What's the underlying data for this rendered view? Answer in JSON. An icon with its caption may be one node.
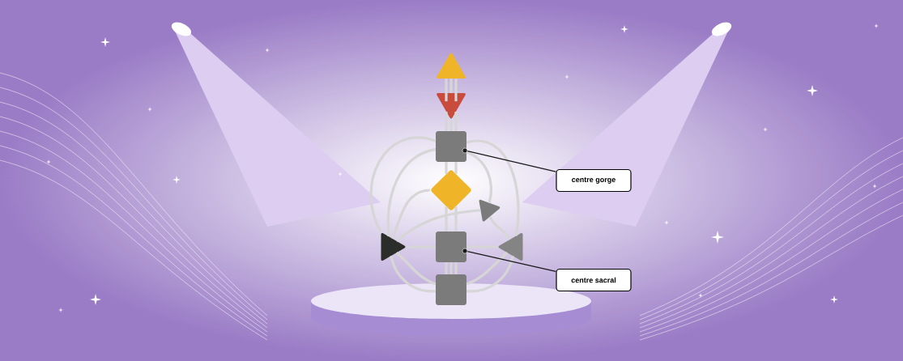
{
  "diagram": {
    "nodes": [
      {
        "text": [],
        "shape": "triangle"
      },
      {
        "text": [],
        "shape": "triangle"
      },
      {
        "text": [],
        "shape": "box"
      },
      {
        "text": [],
        "shape": "diamond"
      },
      {
        "text": [],
        "shape": "triangle"
      },
      {
        "text": [],
        "shape": "triangle"
      },
      {
        "text": [],
        "shape": "box"
      },
      {
        "text": [],
        "shape": "triangle"
      },
      {
        "text": [],
        "shape": "box"
      },
      {
        "text": [
          "centre gorge"
        ]
      },
      {
        "text": [
          "centre sacral"
        ]
      },
      {
        "text": [],
        "shape": "circle",
        "in": 2
      },
      {
        "text": [],
        "shape": "circle",
        "in": 6
      }
    ],
    "edges": [
      {
        "from": 0,
        "to": 1,
        "arrow": "none"
      },
      {
        "from": 0,
        "to": 1,
        "arrow": "none"
      },
      {
        "from": 0,
        "to": 1,
        "arrow": "none"
      },
      {
        "from": 1,
        "to": 2,
        "arrow": "none"
      },
      {
        "from": 1,
        "to": 2,
        "arrow": "none"
      },
      {
        "from": 1,
        "to": 2,
        "arrow": "none"
      },
      {
        "from": 2,
        "to": 3,
        "arrow": "none"
      },
      {
        "from": 2,
        "to": 3,
        "arrow": "none"
      },
      {
        "from": 3,
        "to": 6,
        "arrow": "none"
      },
      {
        "from": 3,
        "to": 6,
        "arrow": "none"
      },
      {
        "from": 6,
        "to": 8,
        "arrow": "none"
      },
      {
        "from": 6,
        "to": 8,
        "arrow": "none"
      },
      {
        "from": 6,
        "to": 8,
        "arrow": "none"
      },
      {
        "from": 2,
        "to": 5,
        "arrow": "none"
      },
      {
        "from": 2,
        "to": 5,
        "arrow": "none"
      },
      {
        "from": 2,
        "to": 7,
        "arrow": "none"
      },
      {
        "from": 2,
        "to": 4,
        "arrow": "none"
      },
      {
        "from": 3,
        "to": 5,
        "arrow": "none"
      },
      {
        "from": 5,
        "to": 4,
        "arrow": "none"
      },
      {
        "from": 5,
        "to": 6,
        "arrow": "none"
      },
      {
        "from": 6,
        "to": 7,
        "arrow": "none"
      },
      {
        "from": 8,
        "to": 5,
        "arrow": "none"
      },
      {
        "from": 8,
        "to": 5,
        "arrow": "none"
      },
      {
        "from": 8,
        "to": 7,
        "arrow": "none"
      },
      {
        "from": 8,
        "to": 7,
        "arrow": "none"
      },
      {
        "from": 4,
        "to": 7,
        "arrow": "none"
      },
      {
        "from": 9,
        "to": 11,
        "arrow": "none",
        "color": "#1a1a1a"
      },
      {
        "from": 10,
        "to": 12,
        "arrow": "none",
        "color": "#1a1a1a"
      }
    ]
  }
}
